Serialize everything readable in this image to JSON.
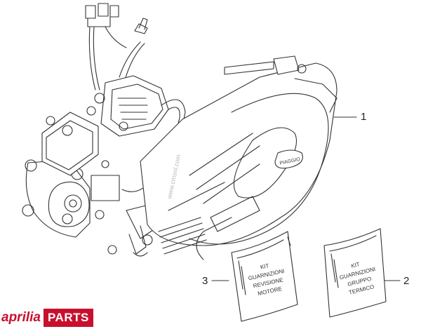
{
  "callouts": [
    {
      "number": "1",
      "part": "engine assembly"
    },
    {
      "number": "2",
      "part": "gasket kit bag (thermal group)"
    },
    {
      "number": "3",
      "part": "gasket kit bag (engine overhaul)"
    }
  ],
  "bag_engine_overhaul": {
    "lines": [
      "KIT",
      "GUARNIZIONI",
      "REVISIONE",
      "MOTORE"
    ]
  },
  "bag_thermal_group": {
    "lines": [
      "KIT",
      "GUARNIZIONI",
      "GRUPPO",
      "TERMICO"
    ]
  },
  "engine_cover_logo": "PIAGGIO",
  "watermark": "www.cmsnl.com",
  "brand": {
    "logo": "aprilia",
    "badge": "PARTS",
    "color": "#c8102e"
  }
}
